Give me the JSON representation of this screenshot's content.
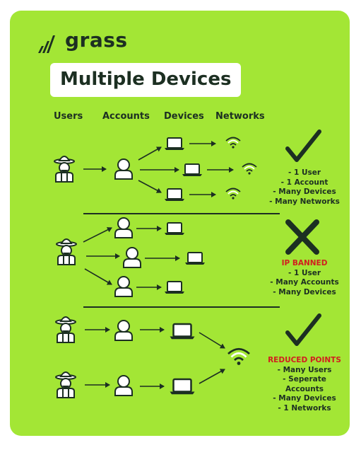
{
  "brand": {
    "name": "grass"
  },
  "title": "Multiple Devices",
  "columns": [
    "Users",
    "Accounts",
    "Devices",
    "Networks"
  ],
  "sections": [
    {
      "status": "",
      "lines": [
        "- 1 User",
        "- 1 Account",
        "- Many Devices",
        "- Many Networks"
      ]
    },
    {
      "status": "IP BANNED",
      "lines": [
        "- 1 User",
        "- Many Accounts",
        "- Many Devices"
      ]
    },
    {
      "status": "REDUCED POINTS",
      "lines": [
        "- Many Users",
        "- Seperate Accounts",
        "- Many Devices",
        "- 1 Networks"
      ]
    }
  ],
  "colors": {
    "background": "#a3e635",
    "dark": "#1c2f22",
    "warning": "#d11f1f",
    "panel": "#ffffff"
  },
  "icons": [
    "logo-icon",
    "farmer-icon",
    "user-icon",
    "laptop-icon",
    "wifi-icon",
    "check-icon",
    "cross-icon",
    "arrow"
  ]
}
